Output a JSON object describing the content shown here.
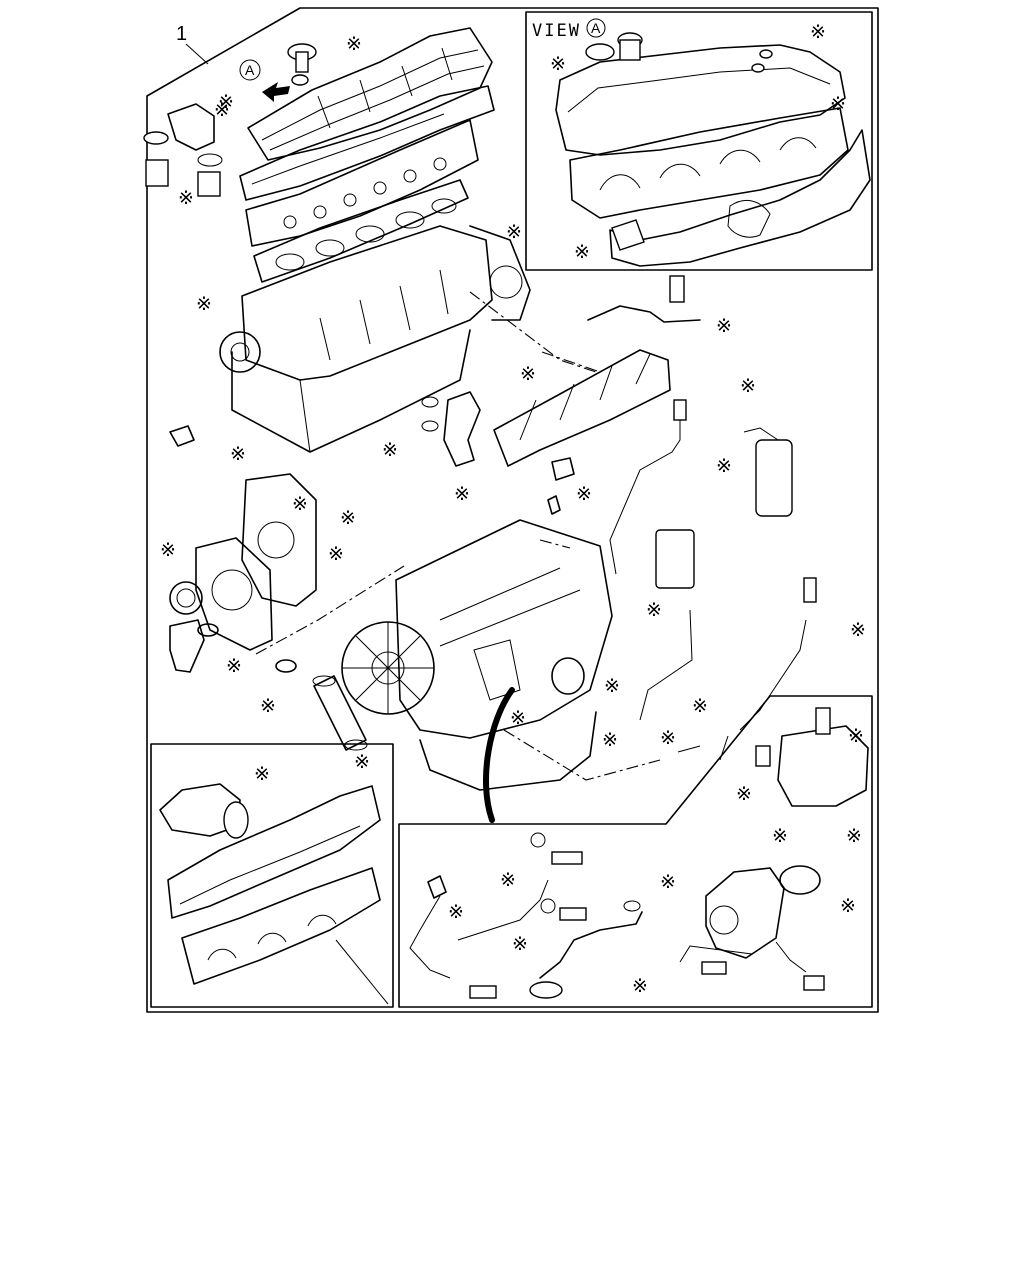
{
  "callout_number": "1",
  "view_label": "VIEW",
  "view_marker": "A",
  "marker_a": "A",
  "asterisk_glyph": "※",
  "line_color": "#000000",
  "background_color": "#ffffff"
}
